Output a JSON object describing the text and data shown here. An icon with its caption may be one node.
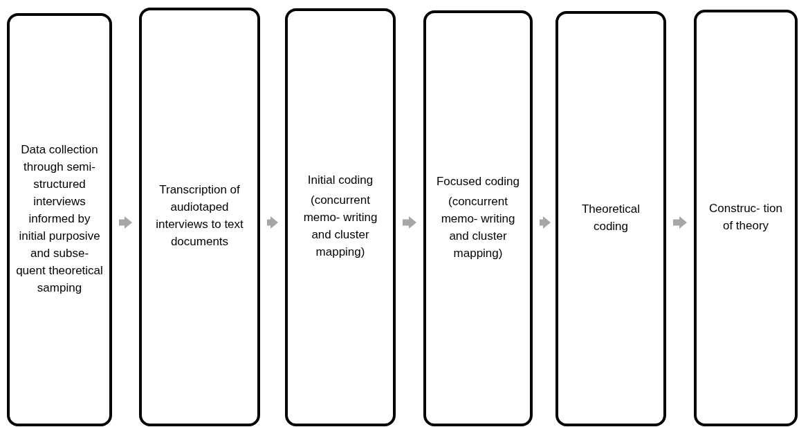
{
  "diagram": {
    "nodes": [
      {
        "text": [
          "Data collection through semi- structured interviews informed by initial purposive and subse- quent theoretical samping"
        ]
      },
      {
        "text": [
          "Transcription of audiotaped interviews to text documents"
        ]
      },
      {
        "text": [
          "Initial coding",
          "(concurrent memo- writing and cluster mapping)"
        ]
      },
      {
        "text": [
          "Focused coding",
          "(concurrent memo- writing and cluster mapping)"
        ]
      },
      {
        "text": [
          "Theoretical coding"
        ]
      },
      {
        "text": [
          "Construc- tion of theory"
        ]
      }
    ],
    "edges": [
      {
        "from": 0,
        "to": 1,
        "arrow": "to"
      },
      {
        "from": 1,
        "to": 2,
        "arrow": "to"
      },
      {
        "from": 2,
        "to": 3,
        "arrow": "to"
      },
      {
        "from": 3,
        "to": 4,
        "arrow": "to"
      },
      {
        "from": 4,
        "to": 5,
        "arrow": "to"
      }
    ]
  }
}
